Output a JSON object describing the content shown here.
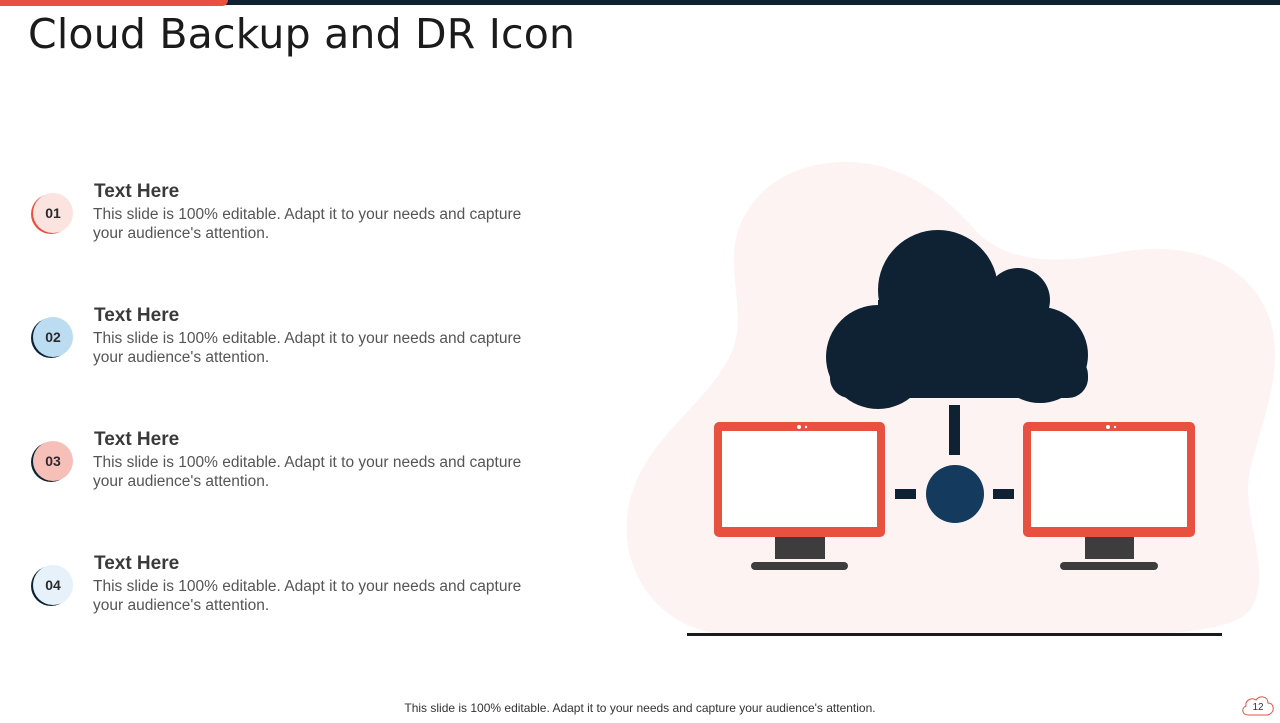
{
  "title": "Cloud Backup and DR Icon",
  "items": [
    {
      "number": "01",
      "heading": "Text Here",
      "body": "This slide is 100% editable. Adapt it to your needs and capture your audience's attention."
    },
    {
      "number": "02",
      "heading": "Text Here",
      "body": "This slide is 100% editable. Adapt it to your needs and capture your audience's attention."
    },
    {
      "number": "03",
      "heading": "Text Here",
      "body": "This slide is 100% editable. Adapt it to your needs and capture your audience's attention."
    },
    {
      "number": "04",
      "heading": "Text Here",
      "body": "This slide is 100% editable. Adapt it to your needs and capture your audience's attention."
    }
  ],
  "footer": "This slide is 100% editable. Adapt it to your needs and capture your audience's attention.",
  "page_number": "12",
  "colors": {
    "accent": "#e8503f",
    "navy": "#0e2233",
    "node": "#143a5e",
    "blob": "#fdf3f2"
  },
  "icons": [
    "cloud-icon",
    "monitor-icon",
    "network-node-icon"
  ]
}
